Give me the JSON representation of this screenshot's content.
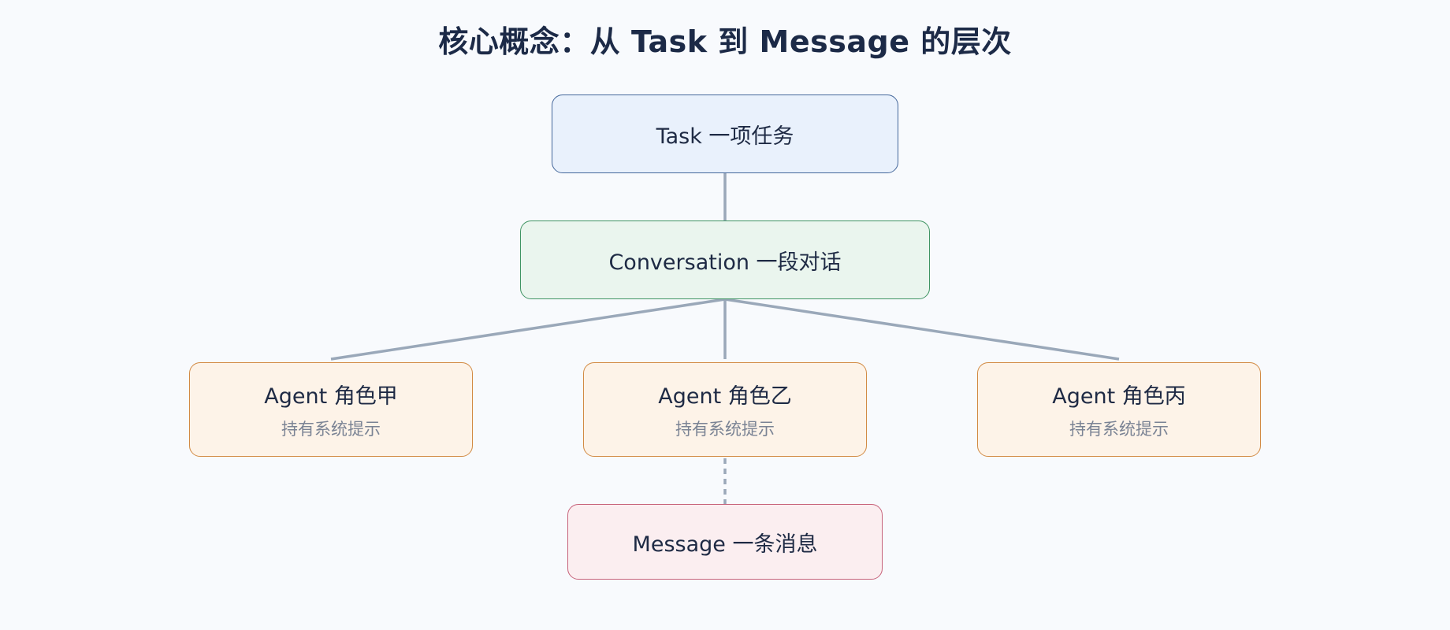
{
  "title": "核心概念：从 Task 到 Message 的层次",
  "nodes": {
    "task": {
      "label": "Task 一项任务"
    },
    "conversation": {
      "label": "Conversation 一段对话"
    },
    "agents": [
      {
        "label": "Agent 角色甲",
        "sub": "持有系统提示"
      },
      {
        "label": "Agent 角色乙",
        "sub": "持有系统提示"
      },
      {
        "label": "Agent 角色丙",
        "sub": "持有系统提示"
      }
    ],
    "message": {
      "label": "Message 一条消息"
    }
  },
  "colors": {
    "background": "#f8fafd",
    "title": "#1c2a47",
    "connector": "#9aa8b9",
    "task_fill": "#e9f1fc",
    "task_border": "#44679b",
    "conversation_fill": "#eaf5ee",
    "conversation_border": "#3f9463",
    "agent_fill": "#fdf3e8",
    "agent_border": "#d28a43",
    "message_fill": "#fbeef0",
    "message_border": "#c7627a"
  }
}
